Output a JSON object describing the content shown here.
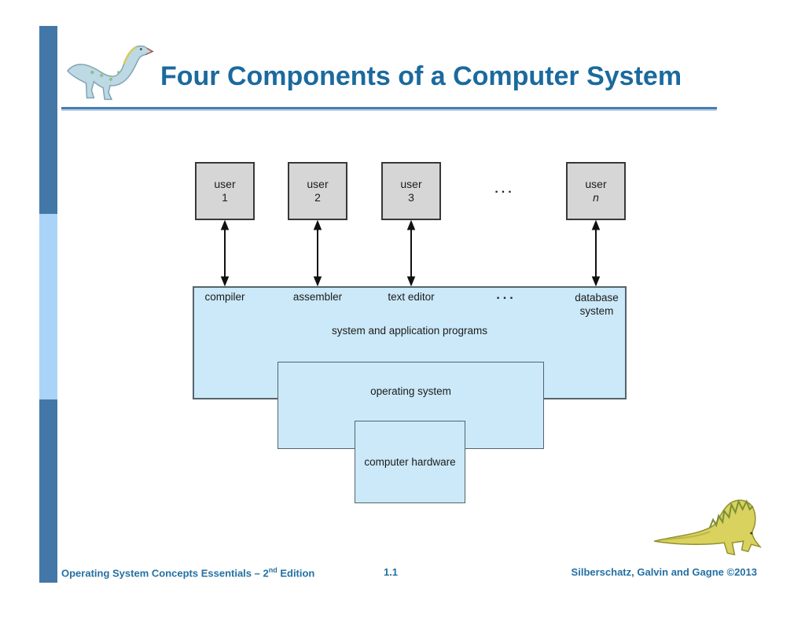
{
  "page": {
    "title": "Four Components of a Computer System"
  },
  "colors": {
    "accent_bar_dark": "#4377a8",
    "accent_bar_light": "#aad4f7",
    "title_blue": "#1b6a9e",
    "footer_blue": "#2470a3",
    "layer_box_fill": "#cbe9f8",
    "user_box_fill": "#d6d6d6"
  },
  "diagram": {
    "user_boxes": [
      {
        "line1": "user",
        "line2": "1"
      },
      {
        "line1": "user",
        "line2": "2"
      },
      {
        "line1": "user",
        "line2": "3"
      },
      {
        "line1": "user",
        "line2": "n"
      }
    ],
    "users_ellipsis": "...",
    "programs_ellipsis": "...",
    "program_labels": [
      {
        "text": "compiler"
      },
      {
        "text": "assembler"
      },
      {
        "text": "text editor"
      }
    ],
    "database_label": {
      "line1": "database",
      "line2": "system"
    },
    "apps_layer_label": "system and application programs",
    "os_layer_label": "operating system",
    "hardware_layer_label": "computer hardware"
  },
  "footer": {
    "left_prefix": "Operating System Concepts Essentials – 2",
    "left_superscript": "nd",
    "left_suffix": " Edition",
    "page_number": "1.1",
    "right_credit": "Silberschatz, Galvin and Gagne ©2013"
  }
}
